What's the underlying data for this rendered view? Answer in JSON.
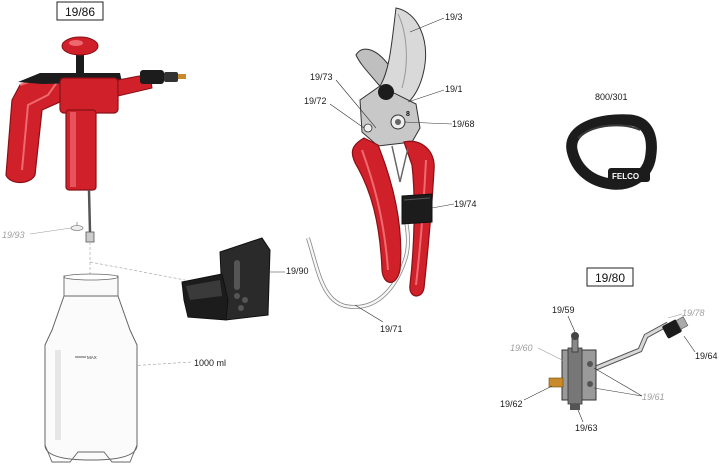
{
  "diagram": {
    "boxed_labels": {
      "sprayer_ref": "19/86",
      "kit_ref": "19/80"
    },
    "labels": {
      "blade": "19/3",
      "pruner": "19/1",
      "part_19_73": "19/73",
      "part_19_72": "19/72",
      "part_19_68": "19/68",
      "holster": "19/74",
      "bracket": "19/90",
      "hose": "19/71",
      "strap_ref": "800/301",
      "valve_top": "19/59",
      "valve_right": "19/64",
      "grey_top_right": "19/78",
      "grey_left": "19/60",
      "grey_right": "19/61",
      "valve_left": "19/62",
      "valve_bottom": "19/63",
      "grey_sprayer": "19/93",
      "bottle_volume": "1000 ml",
      "bottle_max": "MAX",
      "strap_logo": "FELCO",
      "pruner_mark": "8"
    },
    "colors": {
      "red": "#d0202a",
      "dark_red": "#8a1016",
      "black": "#1c1c1c",
      "grey_metal": "#b8b8b8",
      "grey_text": "#a0a0a0"
    }
  }
}
